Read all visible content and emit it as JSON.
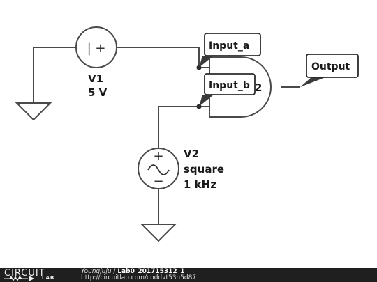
{
  "components": {
    "v1": {
      "name": "V1",
      "value": "5 V",
      "symbol": "| +"
    },
    "v2": {
      "name": "V2",
      "type": "square",
      "frequency": "1 kHz",
      "plus": "+",
      "minus": "−"
    },
    "gate_partial_label": "2"
  },
  "net_labels": {
    "input_a": "Input_a",
    "input_b": "Input_b",
    "output": "Output"
  },
  "footer": {
    "logo_word": "CIRCUIT",
    "logo_sub": "LAB",
    "author": "Youngjuju",
    "separator": " / ",
    "title": "Lab0_201715312_1",
    "url": "http://circuitlab.com/cnddvt53h5d87"
  },
  "colors": {
    "wire": "#4a4a4a",
    "footer_bg": "#1f1f1f"
  }
}
